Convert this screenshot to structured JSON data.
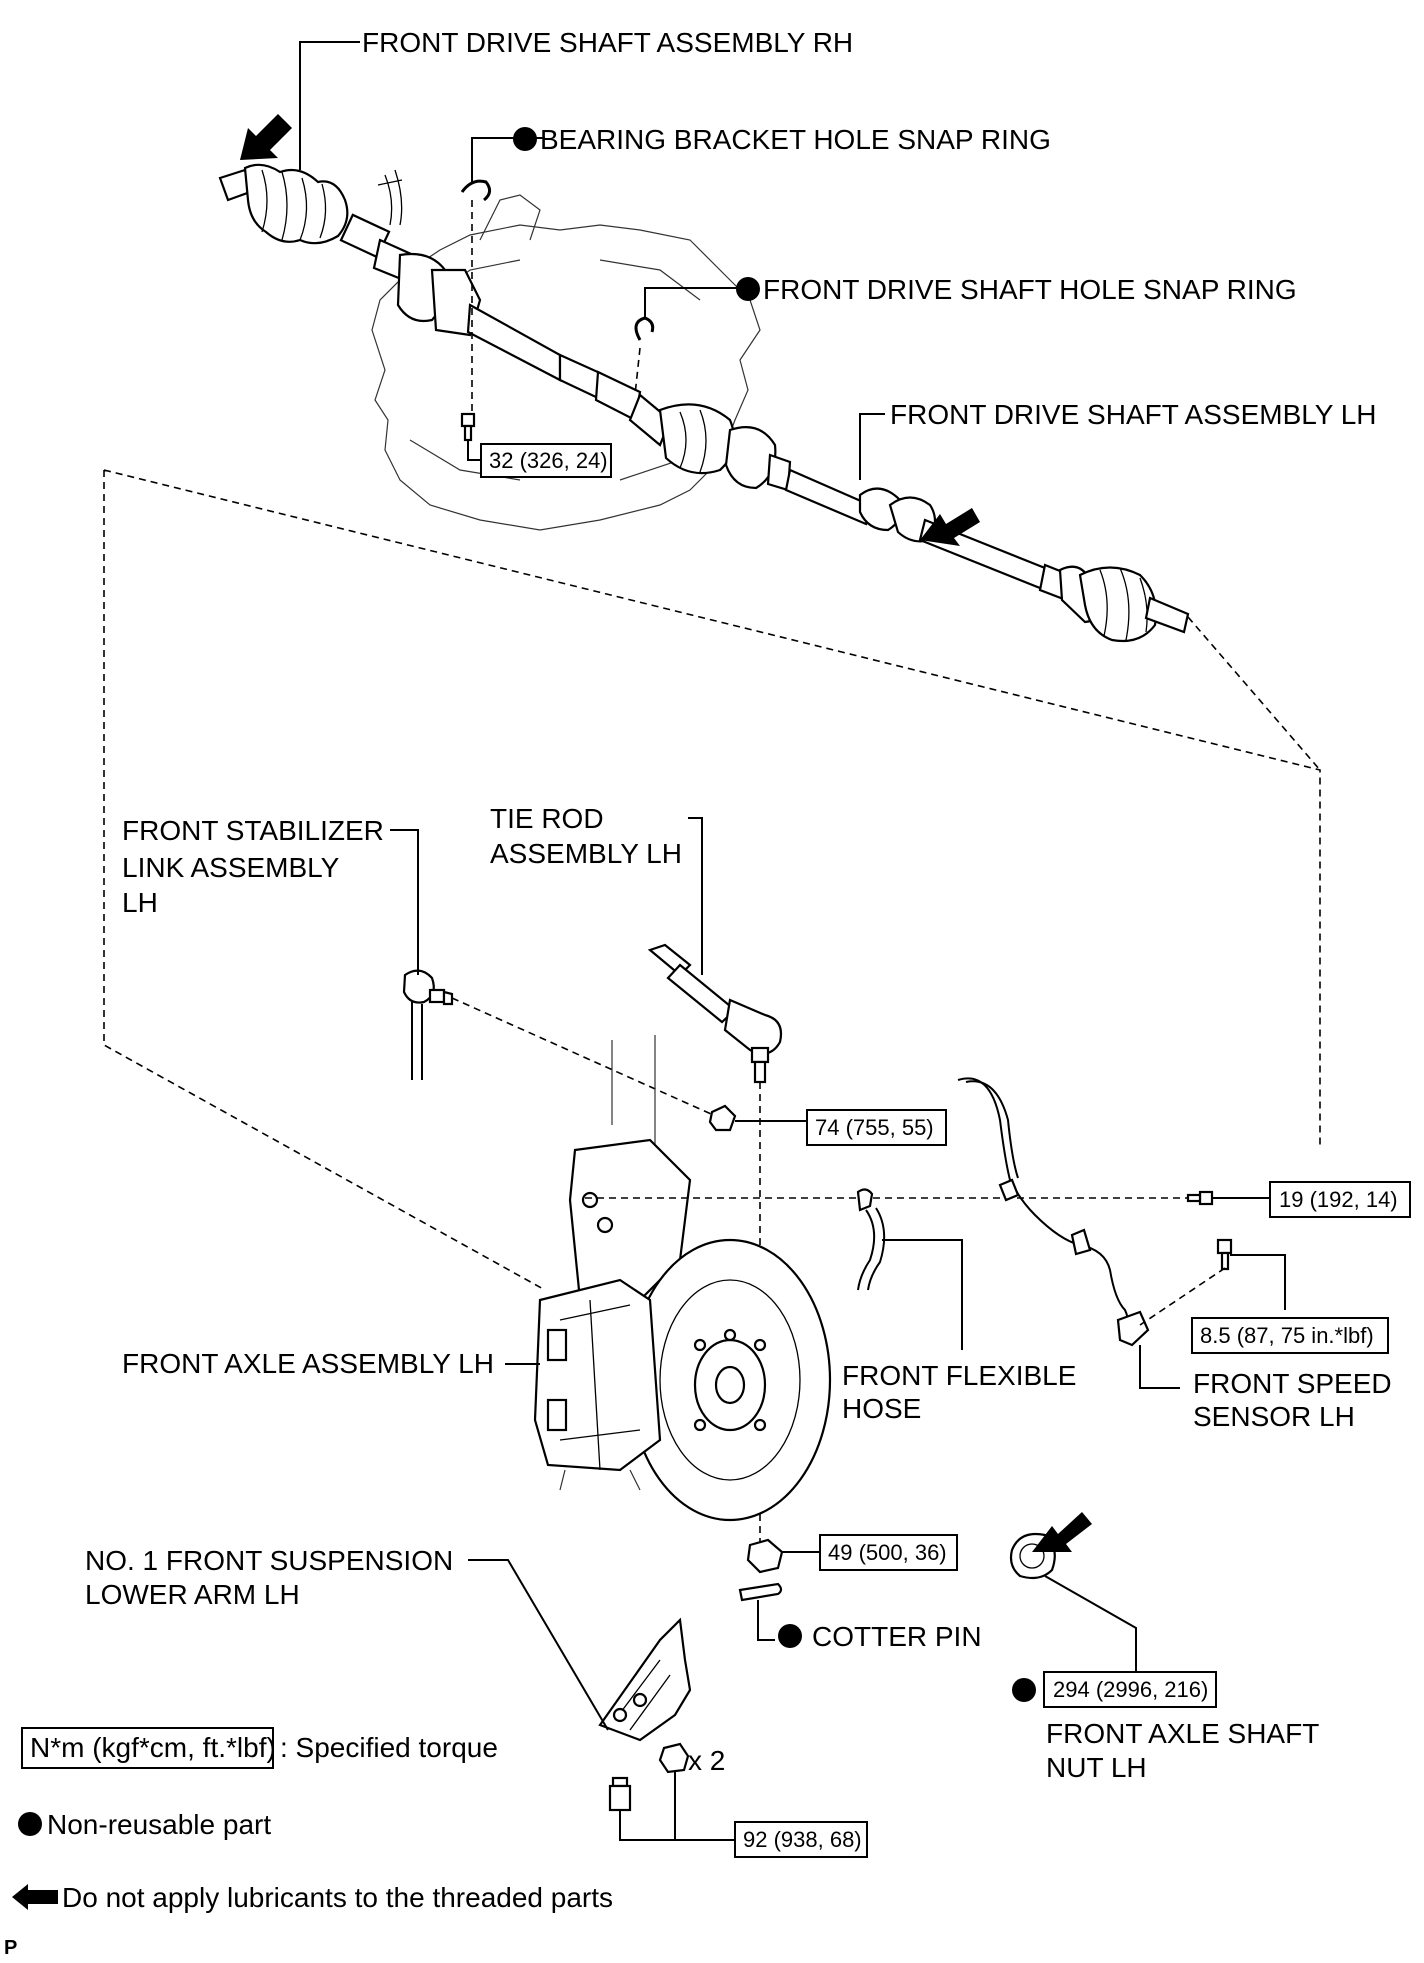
{
  "labels": {
    "front_drive_shaft_rh": "FRONT DRIVE SHAFT ASSEMBLY RH",
    "bearing_bracket_snap_ring": "BEARING BRACKET HOLE SNAP RING",
    "front_drive_shaft_hole_snap_ring": "FRONT DRIVE SHAFT HOLE SNAP RING",
    "front_drive_shaft_lh": "FRONT DRIVE SHAFT ASSEMBLY LH",
    "stabilizer_link_l1": "FRONT STABILIZER",
    "stabilizer_link_l2": "LINK ASSEMBLY",
    "stabilizer_link_l3": "LH",
    "tie_rod_l1": "TIE ROD",
    "tie_rod_l2": "ASSEMBLY LH",
    "front_axle_assembly": "FRONT AXLE ASSEMBLY LH",
    "flexible_hose_l1": "FRONT FLEXIBLE",
    "flexible_hose_l2": "HOSE",
    "speed_sensor_l1": "FRONT SPEED",
    "speed_sensor_l2": "SENSOR LH",
    "lower_arm_l1": "NO. 1 FRONT SUSPENSION",
    "lower_arm_l2": "LOWER ARM LH",
    "cotter_pin": "COTTER PIN",
    "axle_nut_l1": "FRONT AXLE SHAFT",
    "axle_nut_l2": "NUT LH",
    "multiplier": "x 2",
    "corner_mark": "P"
  },
  "torques": {
    "t32": "32 (326, 24)",
    "t74": "74 (755, 55)",
    "t19": "19 (192, 14)",
    "t85": "8.5 (87, 75 in.*lbf)",
    "t49": "49 (500, 36)",
    "t294": "294 (2996, 216)",
    "t92": "92 (938, 68)"
  },
  "legend": {
    "torque_box": "N*m (kgf*cm, ft.*lbf)",
    "torque_desc": ": Specified torque",
    "non_reusable": "Non-reusable part",
    "no_lubricant": "Do not apply lubricants to the threaded parts"
  },
  "icons": [
    "non-reusable-dot-icon",
    "no-lubricant-arrow-icon"
  ]
}
